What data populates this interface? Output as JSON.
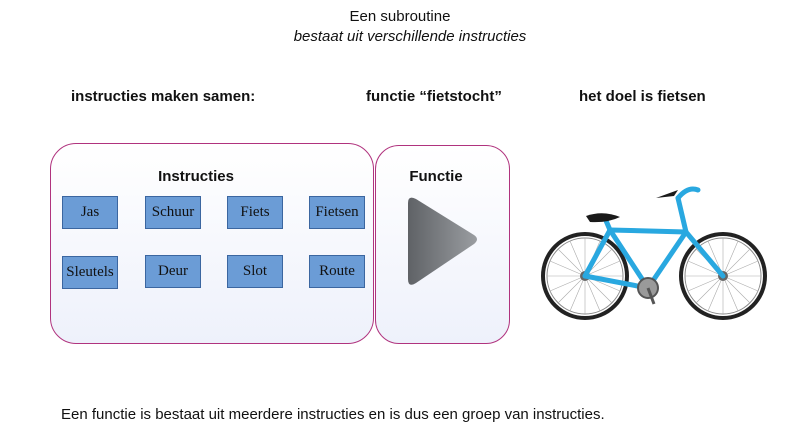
{
  "title": "Een subroutine",
  "subtitle": "bestaat uit verschillende instructies",
  "headings": {
    "left": "instructies maken samen:",
    "middle": "functie “fietstocht”",
    "right": "het doel is fietsen"
  },
  "instructions_box": {
    "label": "Instructies",
    "items": [
      "Jas",
      "Schuur",
      "Fiets",
      "Fietsen",
      "Sleutels",
      "Deur",
      "Slot",
      "Route"
    ]
  },
  "function_box": {
    "label": "Functie",
    "icon": "play-icon"
  },
  "goal_image": "bicycle-icon",
  "footer": "Een functie is bestaat uit meerdere instructies en is dus een groep van instructies.",
  "colors": {
    "box_border": "#b0337e",
    "tile_fill": "#6b9cd6",
    "bike_frame": "#29a8e0"
  }
}
